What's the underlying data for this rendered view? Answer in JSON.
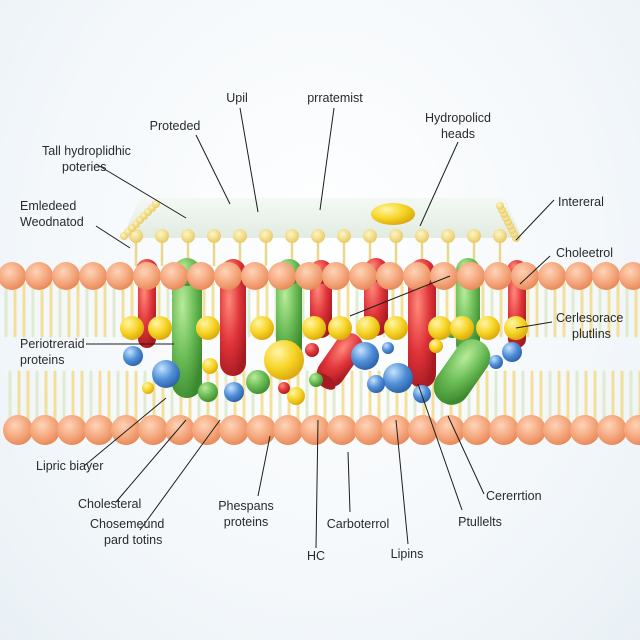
{
  "labels": {
    "upil": "Upil",
    "prratemist": "prratemist",
    "proteded": "Proteded",
    "hydropolicd_1": "Hydropolicd",
    "hydropolicd_2": "heads",
    "tall_1": "Tall hydroplidhic",
    "tall_2": "poteries",
    "emleded_1": "Emledeed",
    "emleded_2": "Weodnatod",
    "intereral": "Intereral",
    "choleetrol": "Choleetrol",
    "cerlesorace_1": "Cerlesorace",
    "cerlesorace_2": "plutlins",
    "periotreraid_1": "Periotreraid",
    "periotreraid_2": "proteins",
    "lipric": "Lipric biayer",
    "cholesteral": "Cholesteral",
    "chosemeund_1": "Chosemeund",
    "chosemeund_2": "pard totins",
    "phespans_1": "Phespans",
    "phespans_2": "proteins",
    "hc": "HC",
    "carboterrol": "Carboterrol",
    "lipins": "Lipins",
    "ptullelts": "Ptullelts",
    "cererrtion": "Cererrtion"
  },
  "colors": {
    "head_orange": "#f4a57a",
    "tail_yellow": "#f2dc8a",
    "protein_red": "#e0343a",
    "protein_green": "#69bb55",
    "protein_yellow": "#f7d425",
    "protein_blue": "#4f8fd6",
    "leader_line": "#1e1e1e"
  }
}
